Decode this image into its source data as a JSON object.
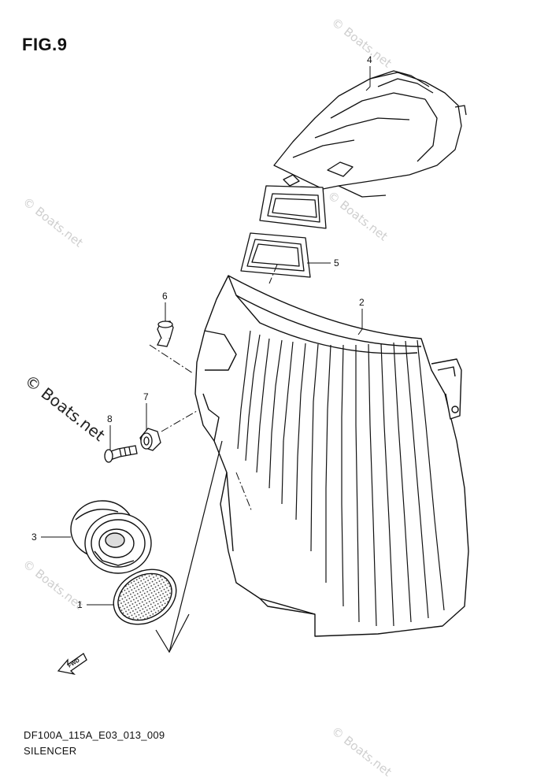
{
  "figure": {
    "title": "FIG.9",
    "drawing_code": "DF100A_115A_E03_013_009",
    "part_name": "SILENCER"
  },
  "watermark": {
    "text": "© Boats.net"
  },
  "fwd_label": "FWD",
  "callouts": [
    {
      "id": "4",
      "label": "4"
    },
    {
      "id": "5",
      "label": "5"
    },
    {
      "id": "2",
      "label": "2"
    },
    {
      "id": "6",
      "label": "6"
    },
    {
      "id": "7",
      "label": "7"
    },
    {
      "id": "8",
      "label": "8"
    },
    {
      "id": "3",
      "label": "3"
    },
    {
      "id": "1",
      "label": "1"
    }
  ]
}
